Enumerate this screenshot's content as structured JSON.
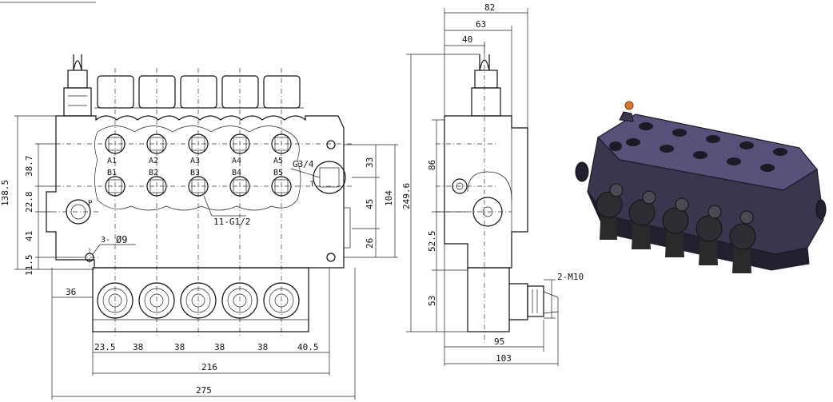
{
  "front_view": {
    "port_labels_a": [
      "A1",
      "A2",
      "A3",
      "A4",
      "A5"
    ],
    "port_labels_b": [
      "B1",
      "B2",
      "B3",
      "B4",
      "B5"
    ],
    "p_label": "P",
    "t_label": "T",
    "callout_ports": "11-G1/2",
    "callout_return": "G3/4",
    "callout_mount": "3-",
    "callout_mount_dia": "Ø9",
    "dims_left": [
      "138.5",
      "38.7",
      "22.8",
      "41",
      "11.5"
    ],
    "dims_right": [
      "33",
      "45",
      "26",
      "104"
    ],
    "dims_bottom_spacing": [
      "23.5",
      "38",
      "38",
      "38",
      "38",
      "40.5"
    ],
    "dim_36": "36",
    "dim_216": "216",
    "dim_275": "275"
  },
  "side_view": {
    "dims_top": [
      "82",
      "63",
      "40"
    ],
    "dim_249_6": "249.6",
    "dims_left": [
      "86",
      "52.5",
      "53"
    ],
    "callout_bolt": "2-M10",
    "dim_95": "95",
    "dim_103": "103"
  },
  "colors": {
    "line": "#111111",
    "body_3d": "#3a3650",
    "body_3d_light": "#56527a",
    "body_3d_dark": "#22202f",
    "knob_3d": "#2a2a2a",
    "accent_orange": "#d9782a"
  }
}
